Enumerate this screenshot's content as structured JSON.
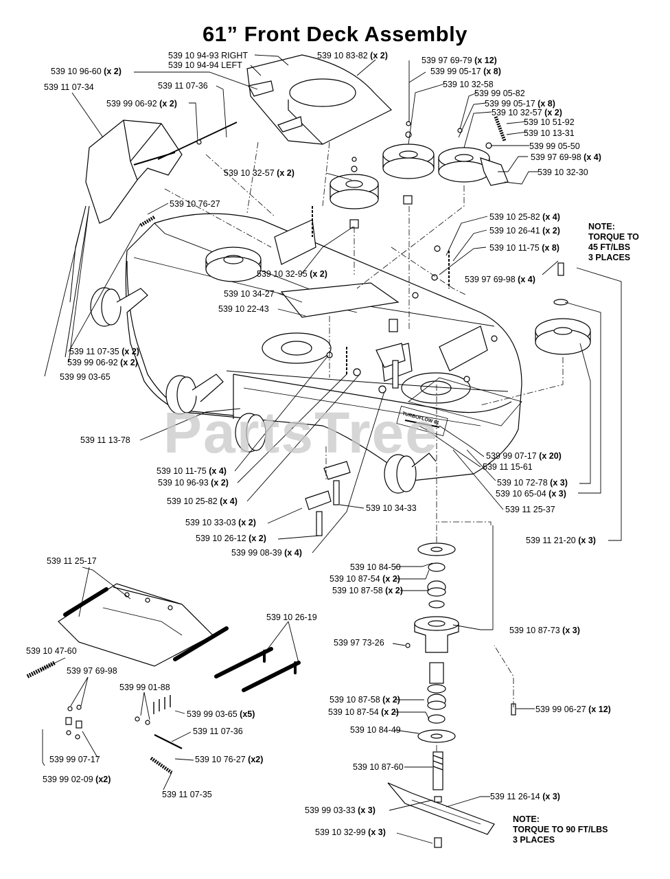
{
  "title": "61” Front Deck Assembly",
  "watermark": "PartsTree",
  "deck_decal": "TURBOFLOW 61",
  "colors": {
    "ink": "#000000",
    "paper": "#ffffff",
    "watermark": "#c9c9c9"
  },
  "notes": [
    {
      "lines": [
        "NOTE:",
        "TORQUE TO",
        "45 FT/LBS",
        "3 PLACES"
      ]
    },
    {
      "lines": [
        "NOTE:",
        "TORQUE TO 90 FT/LBS",
        "3 PLACES"
      ]
    }
  ],
  "parts": [
    {
      "pn": "539 10 94-93 RIGHT",
      "qty": ""
    },
    {
      "pn": "539 10 94-94 LEFT",
      "qty": ""
    },
    {
      "pn": "539 10 83-82",
      "qty": "(x 2)"
    },
    {
      "pn": "539 97 69-79",
      "qty": "(x 12)"
    },
    {
      "pn": "539 99 05-17",
      "qty": "(x 8)"
    },
    {
      "pn": "539 10 32-58",
      "qty": ""
    },
    {
      "pn": "539 99 05-82",
      "qty": ""
    },
    {
      "pn": "539 99 05-17",
      "qty": "(x 8)"
    },
    {
      "pn": "539 10 32-57",
      "qty": "(x 2)"
    },
    {
      "pn": "539 10 51-92",
      "qty": ""
    },
    {
      "pn": "539 10 13-31",
      "qty": ""
    },
    {
      "pn": "539 99 05-50",
      "qty": ""
    },
    {
      "pn": "539 97 69-98",
      "qty": "(x 4)"
    },
    {
      "pn": "539 10 32-30",
      "qty": ""
    },
    {
      "pn": "539 10 96-60",
      "qty": "(x 2)"
    },
    {
      "pn": "539 11 07-34",
      "qty": ""
    },
    {
      "pn": "539 11 07-36",
      "qty": ""
    },
    {
      "pn": "539 99 06-92",
      "qty": "(x 2)"
    },
    {
      "pn": "539 10 32-57",
      "qty": "(x 2)"
    },
    {
      "pn": "539 10 76-27",
      "qty": ""
    },
    {
      "pn": "539 10 25-82",
      "qty": "(x 4)"
    },
    {
      "pn": "539 10 26-41",
      "qty": "(x 2)"
    },
    {
      "pn": "539 10 11-75",
      "qty": "(x 8)"
    },
    {
      "pn": "539 97 69-98",
      "qty": "(x 4)"
    },
    {
      "pn": "539 10 32-95",
      "qty": "(x 2)"
    },
    {
      "pn": "539 10 34-27",
      "qty": ""
    },
    {
      "pn": "539 10 22-43",
      "qty": ""
    },
    {
      "pn": "539 11 07-35",
      "qty": "(x 2)"
    },
    {
      "pn": "539 99 06-92",
      "qty": "(x 2)"
    },
    {
      "pn": "539 99 03-65",
      "qty": ""
    },
    {
      "pn": "539 11 13-78",
      "qty": ""
    },
    {
      "pn": "539 10 11-75",
      "qty": "(x 4)"
    },
    {
      "pn": "539 10 96-93",
      "qty": "(x 2)"
    },
    {
      "pn": "539 10 25-82",
      "qty": "(x 4)"
    },
    {
      "pn": "539 10 33-03",
      "qty": "(x 2)"
    },
    {
      "pn": "539 10 26-12",
      "qty": "(x 2)"
    },
    {
      "pn": "539 99 08-39",
      "qty": "(x 4)"
    },
    {
      "pn": "539 10 34-33",
      "qty": ""
    },
    {
      "pn": "539 99 07-17",
      "qty": "(x 20)"
    },
    {
      "pn": "539 11 15-61",
      "qty": ""
    },
    {
      "pn": "539 10 72-78",
      "qty": "(x 3)"
    },
    {
      "pn": "539 10 65-04",
      "qty": "(x 3)"
    },
    {
      "pn": "539 11 25-37",
      "qty": ""
    },
    {
      "pn": "539 11 21-20",
      "qty": "(x 3)"
    },
    {
      "pn": "539 11 25-17",
      "qty": ""
    },
    {
      "pn": "539 10 26-19",
      "qty": ""
    },
    {
      "pn": "539 10 47-60",
      "qty": ""
    },
    {
      "pn": "539 97 69-98",
      "qty": ""
    },
    {
      "pn": "539 99 01-88",
      "qty": ""
    },
    {
      "pn": "539 99 03-65",
      "qty": "(x5)"
    },
    {
      "pn": "539 11 07-36",
      "qty": ""
    },
    {
      "pn": "539 99 07-17",
      "qty": ""
    },
    {
      "pn": "539 10 76-27",
      "qty": "(x2)"
    },
    {
      "pn": "539 99 02-09",
      "qty": "(x2)"
    },
    {
      "pn": "539 11 07-35",
      "qty": ""
    },
    {
      "pn": "539 10 84-50",
      "qty": ""
    },
    {
      "pn": "539 10 87-54",
      "qty": "(x 2)"
    },
    {
      "pn": "539 10 87-58",
      "qty": "(x 2)"
    },
    {
      "pn": "539 97 73-26",
      "qty": ""
    },
    {
      "pn": "539 10 87-73",
      "qty": "(x 3)"
    },
    {
      "pn": "539 10 87-58",
      "qty": "(x 2)"
    },
    {
      "pn": "539 10 87-54",
      "qty": "(x 2)"
    },
    {
      "pn": "539 10 84-49",
      "qty": ""
    },
    {
      "pn": "539 99 06-27",
      "qty": "(x 12)"
    },
    {
      "pn": "539 10 87-60",
      "qty": ""
    },
    {
      "pn": "539 11 26-14",
      "qty": "(x 3)"
    },
    {
      "pn": "539 99 03-33",
      "qty": "(x 3)"
    },
    {
      "pn": "539 10 32-99",
      "qty": "(x 3)"
    }
  ]
}
